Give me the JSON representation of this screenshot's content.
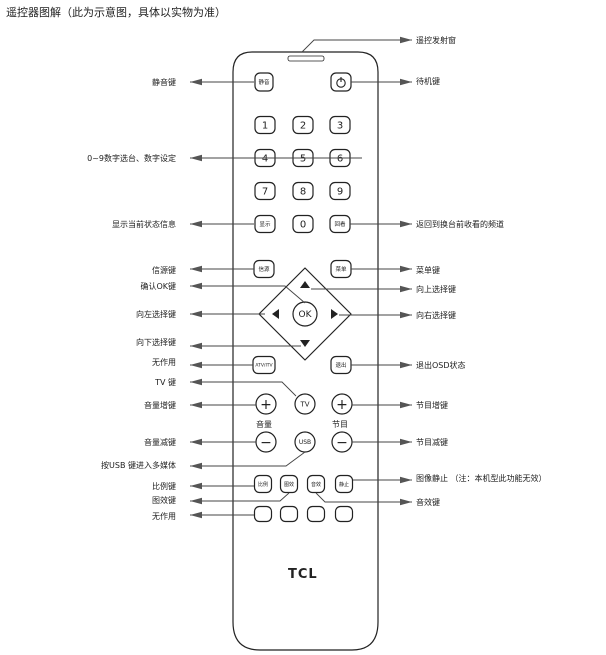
{
  "title": "遥控器图解（此为示意图，具体以实物为准）",
  "remote": {
    "brand": "TCL"
  },
  "buttons": {
    "mute": "静音",
    "num": [
      "1",
      "2",
      "3",
      "4",
      "5",
      "6",
      "7",
      "8",
      "9",
      "0"
    ],
    "display": "显示",
    "recall": "回看",
    "source": "信源",
    "menu": "菜单",
    "ok": "OK",
    "amtv": "ATV/ITV",
    "exit": "退出",
    "tv": "TV",
    "usb": "USB",
    "plus": "+",
    "minus": "−",
    "ratio": "比例",
    "picture": "图效",
    "sound": "音效",
    "freeze": "静止"
  },
  "sub_labels": {
    "volume": "音量",
    "program": "节目"
  },
  "callouts_left": {
    "mute": "静音键",
    "digits": "0~9数字选台、数字设定",
    "display": "显示当前状态信息",
    "source": "信源键",
    "ok": "确认OK键",
    "left": "向左选择键",
    "down": "向下选择键",
    "none1": "无作用",
    "tv": "TV 键",
    "vol_up": "音量增键",
    "vol_down": "音量减键",
    "usb": "按USB 键进入多媒体",
    "ratio": "比例键",
    "picture": "图效键",
    "none2": "无作用"
  },
  "callouts_right": {
    "emitter": "遥控发射窗",
    "standby": "待机键",
    "recall": "返回到换台前收看的频道",
    "menu": "菜单键",
    "up": "向上选择键",
    "right": "向右选择键",
    "exit": "退出OSD状态",
    "prog_up": "节目增键",
    "prog_down": "节目减键",
    "freeze": "图像静止 （注：本机型此功能无效）",
    "sound": "音效键"
  },
  "colors": {
    "line": "#222222",
    "arrow": "#555555",
    "body": "#ffffff"
  }
}
